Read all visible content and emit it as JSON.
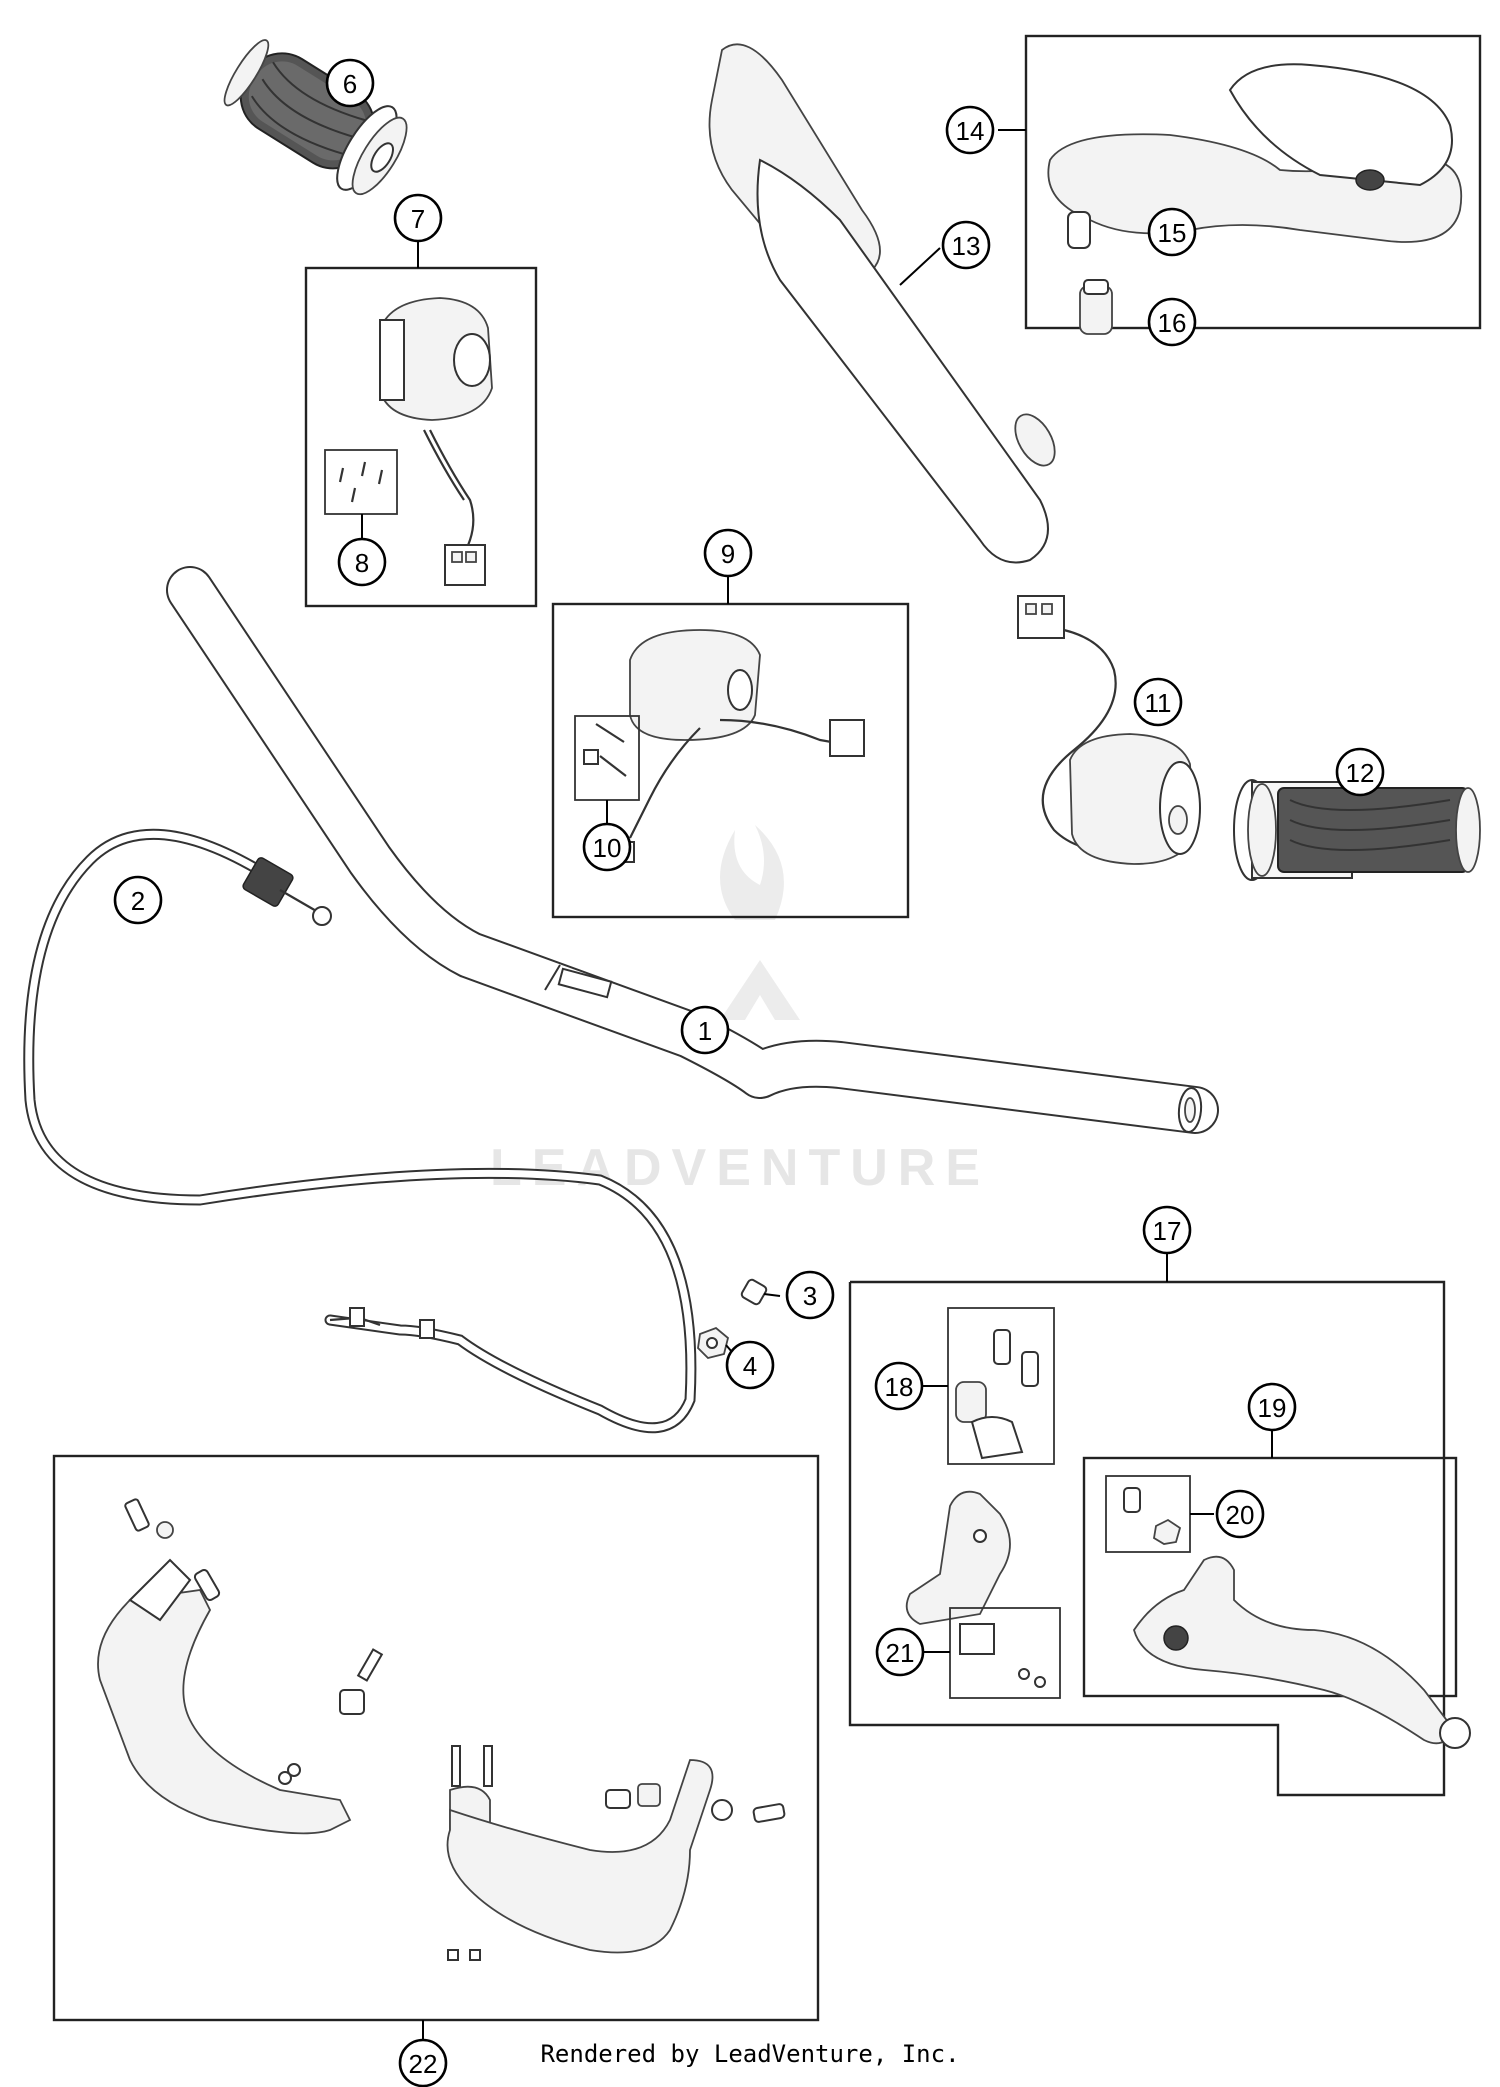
{
  "callouts": [
    {
      "id": "1",
      "label": "1"
    },
    {
      "id": "2",
      "label": "2"
    },
    {
      "id": "3",
      "label": "3"
    },
    {
      "id": "4",
      "label": "4"
    },
    {
      "id": "6",
      "label": "6"
    },
    {
      "id": "7",
      "label": "7"
    },
    {
      "id": "8",
      "label": "8"
    },
    {
      "id": "9",
      "label": "9"
    },
    {
      "id": "10",
      "label": "10"
    },
    {
      "id": "11",
      "label": "11"
    },
    {
      "id": "12",
      "label": "12"
    },
    {
      "id": "13",
      "label": "13"
    },
    {
      "id": "14",
      "label": "14"
    },
    {
      "id": "15",
      "label": "15"
    },
    {
      "id": "16",
      "label": "16"
    },
    {
      "id": "17",
      "label": "17"
    },
    {
      "id": "18",
      "label": "18"
    },
    {
      "id": "19",
      "label": "19"
    },
    {
      "id": "20",
      "label": "20"
    },
    {
      "id": "21",
      "label": "21"
    },
    {
      "id": "22",
      "label": "22"
    }
  ],
  "watermark": "LEADVENTURE",
  "footer": "Rendered by LeadVenture, Inc."
}
